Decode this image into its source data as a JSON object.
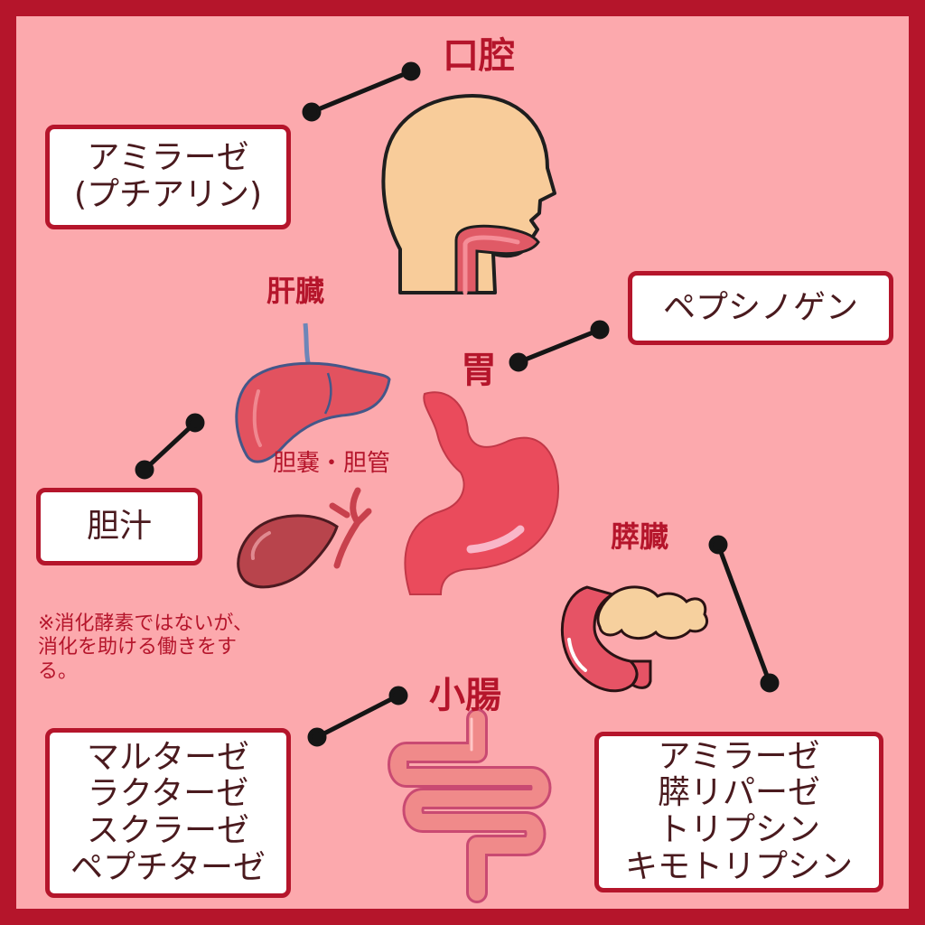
{
  "mouth": {
    "title": "口腔",
    "enzyme_lines": [
      "アミラーゼ",
      "(プチアリン)"
    ]
  },
  "liver": {
    "title": "肝臓"
  },
  "gallbladder": {
    "label": "胆嚢・胆管",
    "secretion": "胆汁",
    "note_lines": [
      "※消化酵素ではないが、",
      "消化を助ける働きをす",
      "る。"
    ]
  },
  "stomach": {
    "title": "胃",
    "enzyme": "ペプシノゲン"
  },
  "pancreas": {
    "title": "膵臓",
    "enzyme_lines": [
      "アミラーゼ",
      "膵リパーゼ",
      "トリプシン",
      "キモトリプシン"
    ]
  },
  "small_intestine": {
    "title": "小腸",
    "enzyme_lines": [
      "マルターゼ",
      "ラクターゼ",
      "スクラーゼ",
      "ペプチターゼ"
    ]
  },
  "colors": {
    "frame": "#b5152b",
    "background": "#fca9ad",
    "box_fill": "#ffffff",
    "skin": "#f8cc9a",
    "stomach": "#ea4b5c",
    "liver": "#e2525f",
    "intestine": "#f08a8a"
  }
}
